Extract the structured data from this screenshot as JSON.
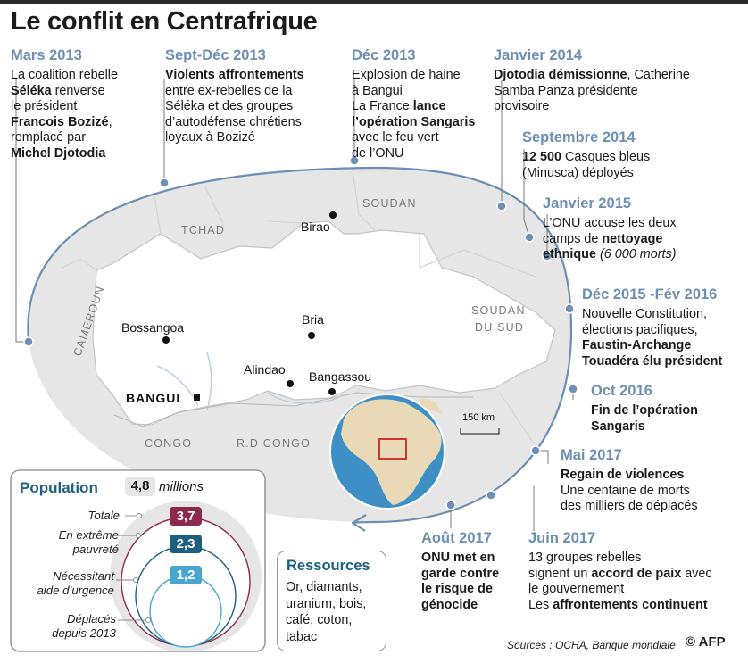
{
  "title": "Le conflit en Centrafrique",
  "events": [
    {
      "date": "Mars 2013",
      "lines": [
        [
          [
            "",
            "La coalition rebelle"
          ]
        ],
        [
          [
            "b",
            "Séléka"
          ],
          [
            "",
            " renverse"
          ]
        ],
        [
          [
            "",
            "le président"
          ]
        ],
        [
          [
            "b",
            "Francois Bozizé"
          ],
          [
            "",
            ","
          ]
        ],
        [
          [
            "",
            "remplacé par"
          ]
        ],
        [
          [
            "b",
            "Michel Djotodia"
          ]
        ]
      ]
    },
    {
      "date": "Sept-Déc 2013",
      "lines": [
        [
          [
            "b",
            "Violents affrontements"
          ]
        ],
        [
          [
            "",
            "entre ex-rebelles de la"
          ]
        ],
        [
          [
            "",
            "Séléka et des groupes"
          ]
        ],
        [
          [
            "",
            "d’autodéfense chrétiens"
          ]
        ],
        [
          [
            "",
            "loyaux à Bozizé"
          ]
        ]
      ]
    },
    {
      "date": "Déc 2013",
      "lines": [
        [
          [
            "",
            "Explosion de haine"
          ]
        ],
        [
          [
            "",
            "à Bangui"
          ]
        ],
        [
          [
            "",
            "La France "
          ],
          [
            "b",
            "lance"
          ]
        ],
        [
          [
            "b",
            "l’opération Sangaris"
          ]
        ],
        [
          [
            "",
            "avec le feu vert"
          ]
        ],
        [
          [
            "",
            "de l’ONU"
          ]
        ]
      ]
    },
    {
      "date": "Janvier 2014",
      "lines": [
        [
          [
            "b",
            "Djotodia démissionne"
          ],
          [
            "",
            ", Catherine"
          ]
        ],
        [
          [
            "",
            "Samba Panza présidente"
          ]
        ],
        [
          [
            "",
            "provisoire"
          ]
        ]
      ]
    },
    {
      "date": "Septembre 2014",
      "lines": [
        [
          [
            "b",
            "12 500"
          ],
          [
            "",
            " Casques bleus"
          ]
        ],
        [
          [
            "",
            "(Minusca) déployés"
          ]
        ]
      ]
    },
    {
      "date": "Janvier 2015",
      "lines": [
        [
          [
            "",
            "L’ONU accuse les deux"
          ]
        ],
        [
          [
            "",
            "camps de "
          ],
          [
            "b",
            "nettoyage"
          ]
        ],
        [
          [
            "b",
            "ethnique"
          ],
          [
            "i",
            " (6 000 morts)"
          ]
        ]
      ]
    },
    {
      "date": "Déc 2015 -Fév 2016",
      "lines": [
        [
          [
            "",
            "Nouvelle Constitution,"
          ]
        ],
        [
          [
            "",
            "élections pacifiques,"
          ]
        ],
        [
          [
            "b",
            "Faustin-Archange"
          ]
        ],
        [
          [
            "b",
            "Touadéra élu président"
          ]
        ]
      ]
    },
    {
      "date": "Oct 2016",
      "lines": [
        [
          [
            "b",
            "Fin de l’opération"
          ]
        ],
        [
          [
            "b",
            "Sangaris"
          ]
        ]
      ]
    },
    {
      "date": "Mai 2017",
      "lines": [
        [
          [
            "b",
            "Regain de violences"
          ]
        ],
        [
          [
            "",
            "Une centaine de morts"
          ]
        ],
        [
          [
            "",
            "des milliers de déplacés"
          ]
        ]
      ]
    },
    {
      "date": "Juin 2017",
      "lines": [
        [
          [
            "",
            "13 groupes rebelles"
          ]
        ],
        [
          [
            "",
            "signent un "
          ],
          [
            "b",
            "accord de paix"
          ],
          [
            "",
            " avec"
          ]
        ],
        [
          [
            "",
            "le gouvernement"
          ]
        ],
        [
          [
            "",
            "Les "
          ],
          [
            "b",
            "affrontements continuent"
          ]
        ]
      ]
    },
    {
      "date": "Août 2017",
      "lines": [
        [
          [
            "b",
            "ONU met en"
          ]
        ],
        [
          [
            "b",
            "garde contre"
          ]
        ],
        [
          [
            "b",
            "le risque de"
          ]
        ],
        [
          [
            "b",
            "génocide"
          ]
        ]
      ]
    }
  ],
  "countries": [
    "TCHAD",
    "SOUDAN",
    "CAMEROUN",
    "SOUDAN",
    "DU SUD",
    "CONGO",
    "R.D CONGO"
  ],
  "cities": [
    "Birao",
    "Bria",
    "Bossangoa",
    "Alindao",
    "Bangassou",
    "BANGUI"
  ],
  "scale": "150 km",
  "population": {
    "title": "Population",
    "total": "4,8",
    "unit": "millions",
    "rows": [
      {
        "label": [
          "Totale"
        ],
        "value": "3,7",
        "color": "#8c2a4e"
      },
      {
        "label": [
          "En extrême",
          "pauvreté"
        ],
        "value": "2,3",
        "color": "#1d5f80"
      },
      {
        "label": [
          "Nécessitant",
          "aide d’urgence"
        ],
        "value": "1,2",
        "color": "#48a7cf"
      },
      {
        "label": [
          "Déplacés",
          "depuis 2013"
        ],
        "value": "",
        "color": "#cfcfcf"
      }
    ]
  },
  "resources": {
    "title": "Ressources",
    "lines": [
      "Or, diamants,",
      "uranium, bois,",
      "café, coton,",
      "tabac"
    ]
  },
  "source": "Sources : OCHA, Banque mondiale",
  "credit": "© AFP",
  "colors": {
    "accent": "#6d8fb4",
    "population": "#1d5f80",
    "car": "#ffffff",
    "neighbours": "#e4e4e4"
  }
}
